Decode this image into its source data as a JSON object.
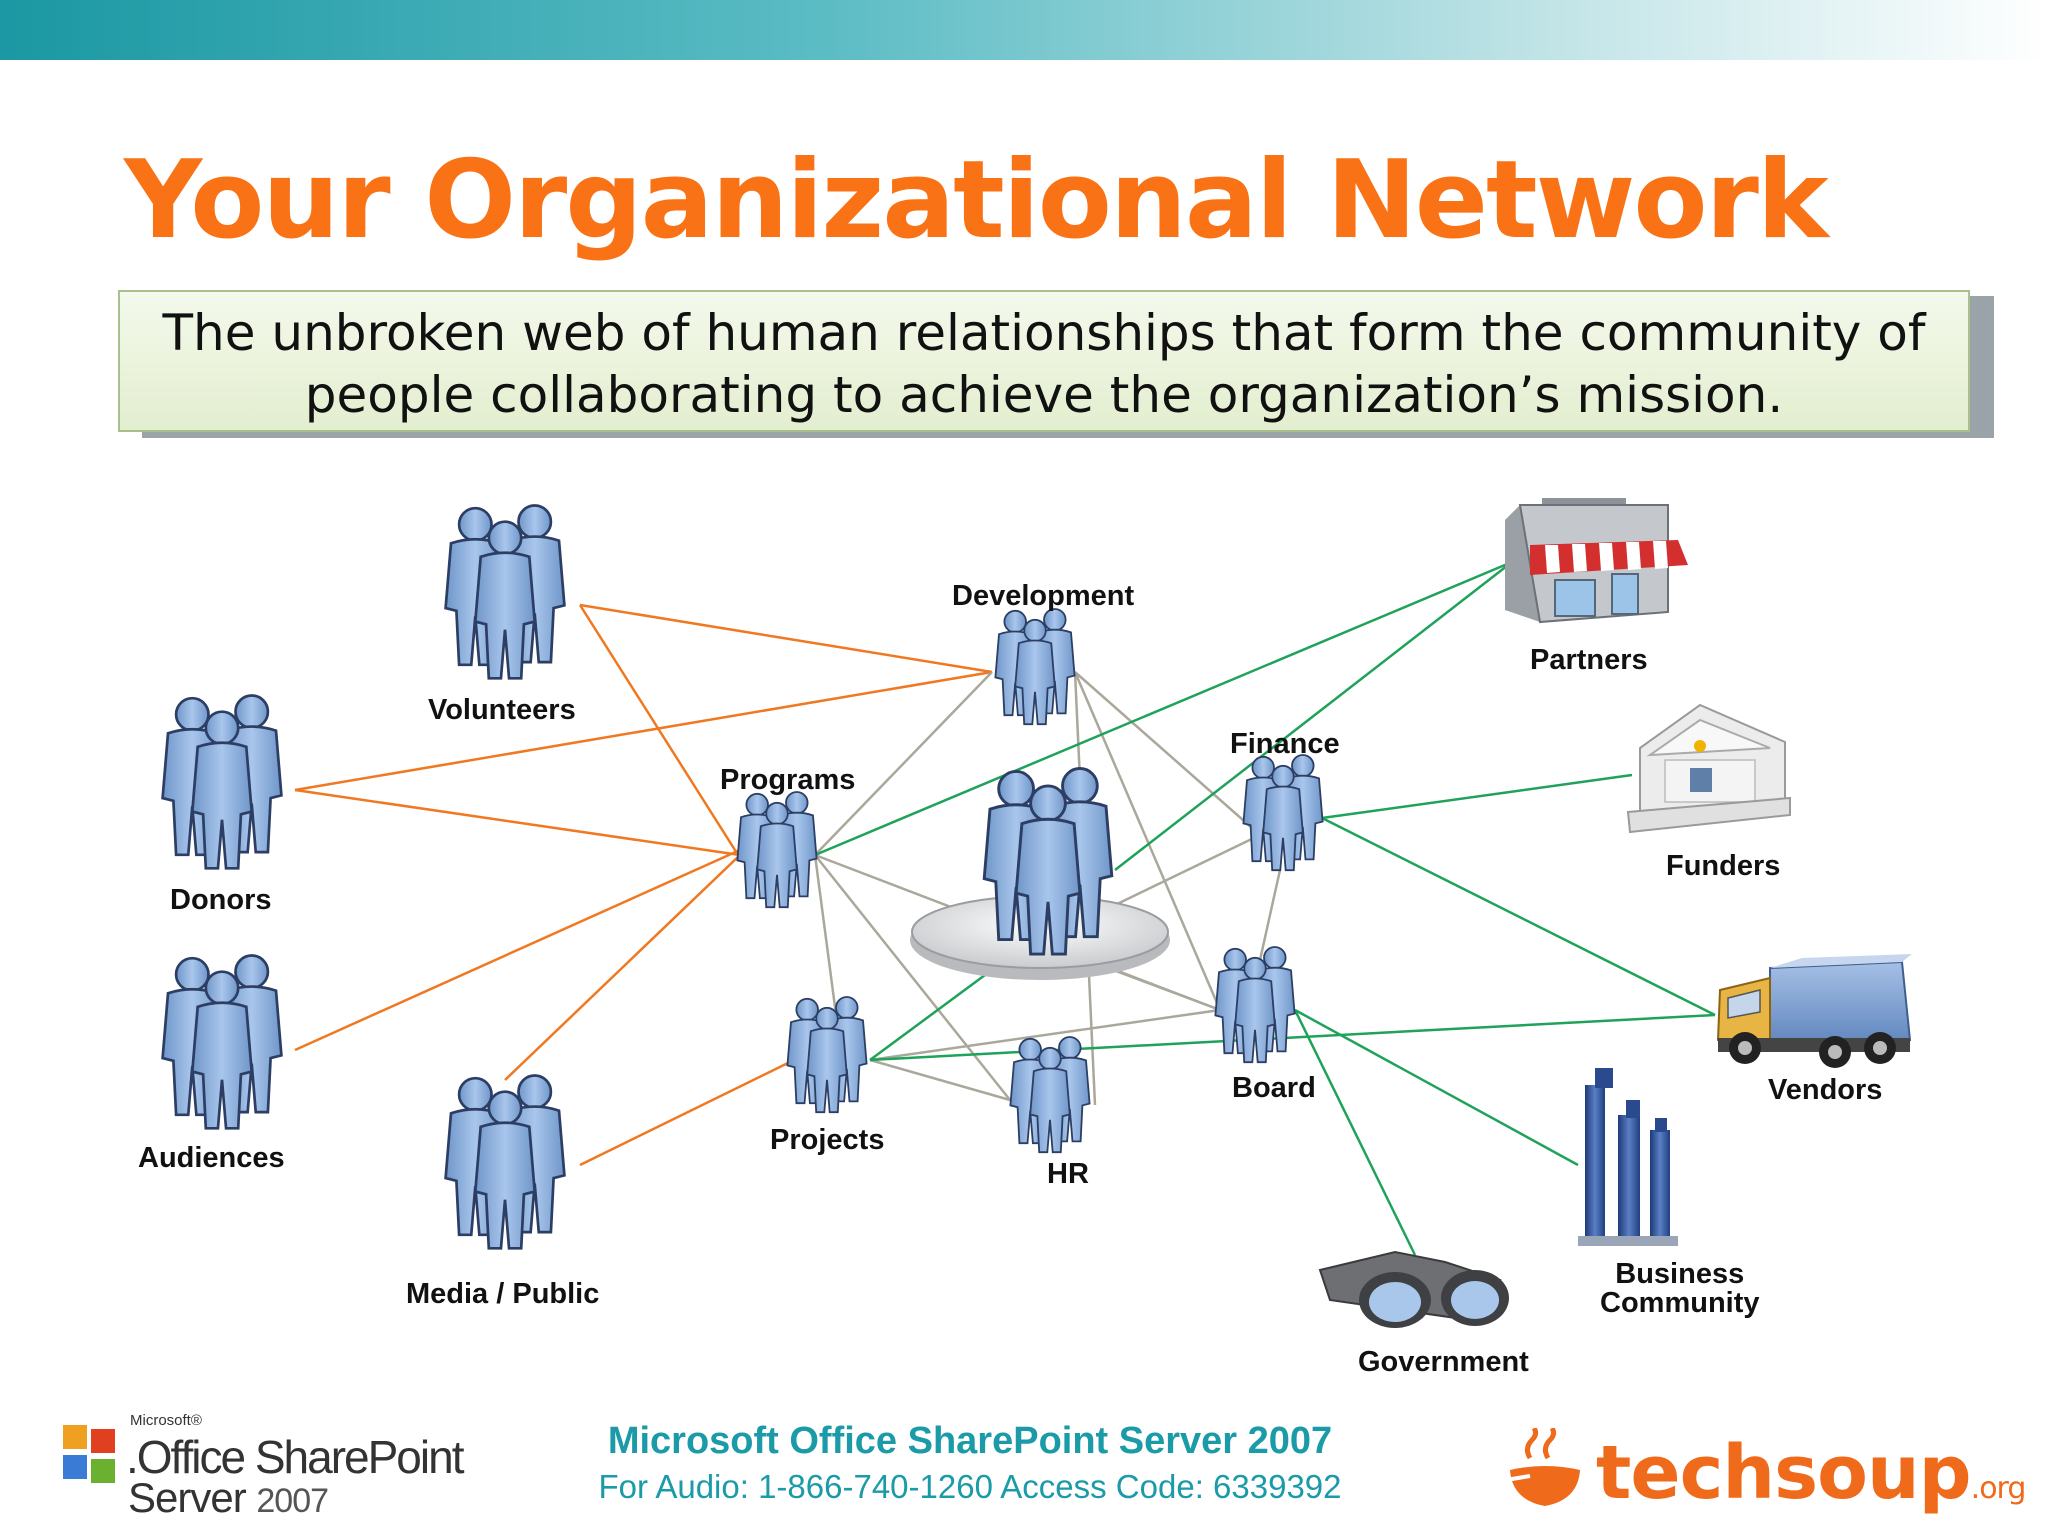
{
  "slide": {
    "title": "Your Organizational Network",
    "definition_line1": "The unbroken web of human relationships that form the community of",
    "definition_line2": "people collaborating to achieve the organization’s mission."
  },
  "diagram": {
    "nodes": {
      "volunteers": "Volunteers",
      "donors": "Donors",
      "audiences": "Audiences",
      "media_public": "Media / Public",
      "programs": "Programs",
      "projects": "Projects",
      "development": "Development",
      "hr": "HR",
      "finance": "Finance",
      "board": "Board",
      "partners": "Partners",
      "funders": "Funders",
      "vendors": "Vendors",
      "business_community_line1": "Business",
      "business_community_line2": "Community",
      "government": "Government"
    },
    "colors": {
      "external_links": "#f07820",
      "internal_links": "#aaa89a",
      "partner_links": "#1fa25a",
      "people": "#8fb3e0"
    }
  },
  "footer": {
    "product_title": "Microsoft Office SharePoint Server 2007",
    "audio_line": "For Audio: 1-866-740-1260 Access Code: 6339392",
    "ms_logo_small": "Microsoft®",
    "ms_logo_line1": ".Office SharePoint",
    "ms_logo_server": "Server",
    "ms_logo_year": "2007",
    "techsoup_word": "techsoup",
    "techsoup_org": ".org"
  }
}
